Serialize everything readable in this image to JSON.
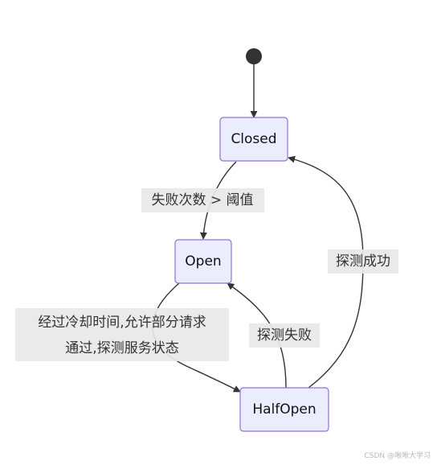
{
  "diagram": {
    "type": "state",
    "states": {
      "closed": "Closed",
      "open": "Open",
      "half_open": "HalfOpen"
    },
    "transitions": {
      "closed_to_open": "失败次数 > 阈值",
      "open_to_half_open_line1": "经过冷却时间,允许部分请求",
      "open_to_half_open_line2": "通过,探测服务状态",
      "half_open_to_open": "探测失败",
      "half_open_to_closed": "探测成功"
    },
    "colors": {
      "state_fill": "#ECECFF",
      "state_stroke": "#9370DB",
      "edge": "#333333",
      "label_background": "#e8e8e8"
    }
  },
  "watermark": "CSDN @啾啾大学习"
}
